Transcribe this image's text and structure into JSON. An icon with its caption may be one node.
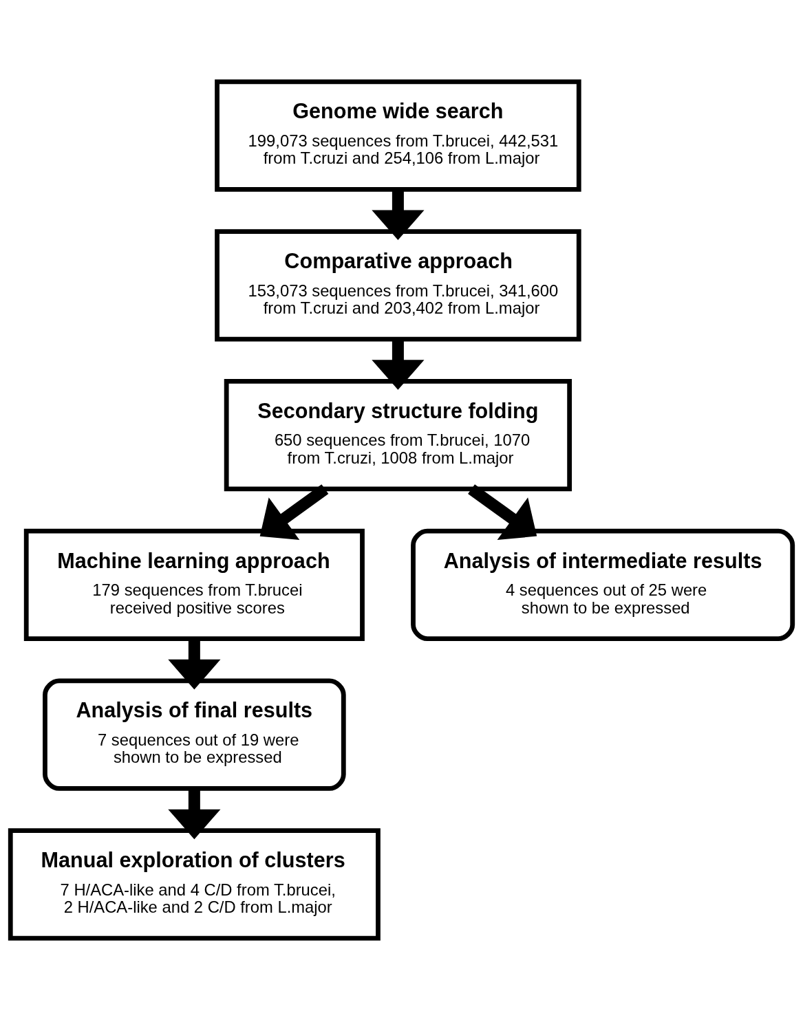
{
  "diagram": {
    "nodes": [
      {
        "text": [
          "Genome wide search",
          "199,073 sequences from T.brucei, 442,531 from T.cruzi and 254,106 from L.major"
        ]
      },
      {
        "text": [
          "Comparative approach",
          "153,073 sequences from T.brucei, 341,600 from T.cruzi and 203,402 from L.major"
        ]
      },
      {
        "text": [
          "Secondary structure folding",
          "650 sequences from T.brucei, 1070 from T.cruzi, 1008 from L.major"
        ]
      },
      {
        "text": [
          "Machine learning approach",
          "179 sequences from T.brucei received positive scores"
        ]
      },
      {
        "text": [
          "Analysis of intermediate results",
          "4 sequences out of 25 were shown to be expressed"
        ]
      },
      {
        "text": [
          "Analysis of final results",
          "7 sequences out of 19 were shown to be expressed"
        ]
      },
      {
        "text": [
          "Manual exploration of clusters",
          "7 H/ACA-like and 4 C/D from T.brucei, 2 H/ACA-like and 2 C/D from L.major"
        ]
      }
    ],
    "edges": [
      {
        "from": 0,
        "to": 1,
        "arrow": "to"
      },
      {
        "from": 1,
        "to": 2,
        "arrow": "to"
      },
      {
        "from": 2,
        "to": 3,
        "arrow": "to"
      },
      {
        "from": 2,
        "to": 4,
        "arrow": "to"
      },
      {
        "from": 3,
        "to": 5,
        "arrow": "to"
      },
      {
        "from": 5,
        "to": 6,
        "arrow": "to"
      }
    ]
  }
}
